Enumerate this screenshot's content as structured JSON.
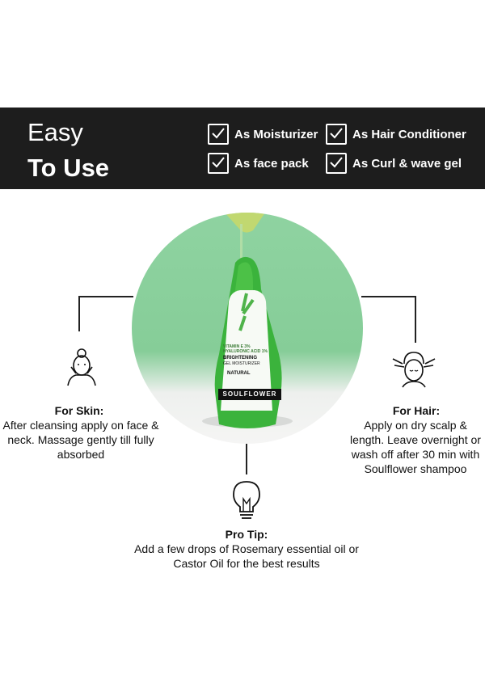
{
  "banner": {
    "title_line1": "Easy",
    "title_line2": "To Use",
    "uses": [
      "As Moisturizer",
      "As Hair Conditioner",
      "As face pack",
      "As Curl & wave gel"
    ]
  },
  "product": {
    "label_line1": "VITAMIN E 3%",
    "label_line2": "HYALURONIC ACID 1%",
    "label_line3": "BRIGHTENING",
    "label_line4": "GEL MOISTURIZER",
    "label_line5": "NATURAL",
    "brand": "SOULFLOWER"
  },
  "skin": {
    "title": "For Skin:",
    "text": "After cleansing apply on face & neck. Massage gently till fully absorbed"
  },
  "hair": {
    "title": "For Hair:",
    "text": "Apply on dry scalp & length. Leave overnight or wash off after 30 min with Soulflower shampoo"
  },
  "tip": {
    "title": "Pro Tip:",
    "text": "Add a few drops of Rosemary essential oil or Castor Oil for the best results"
  }
}
